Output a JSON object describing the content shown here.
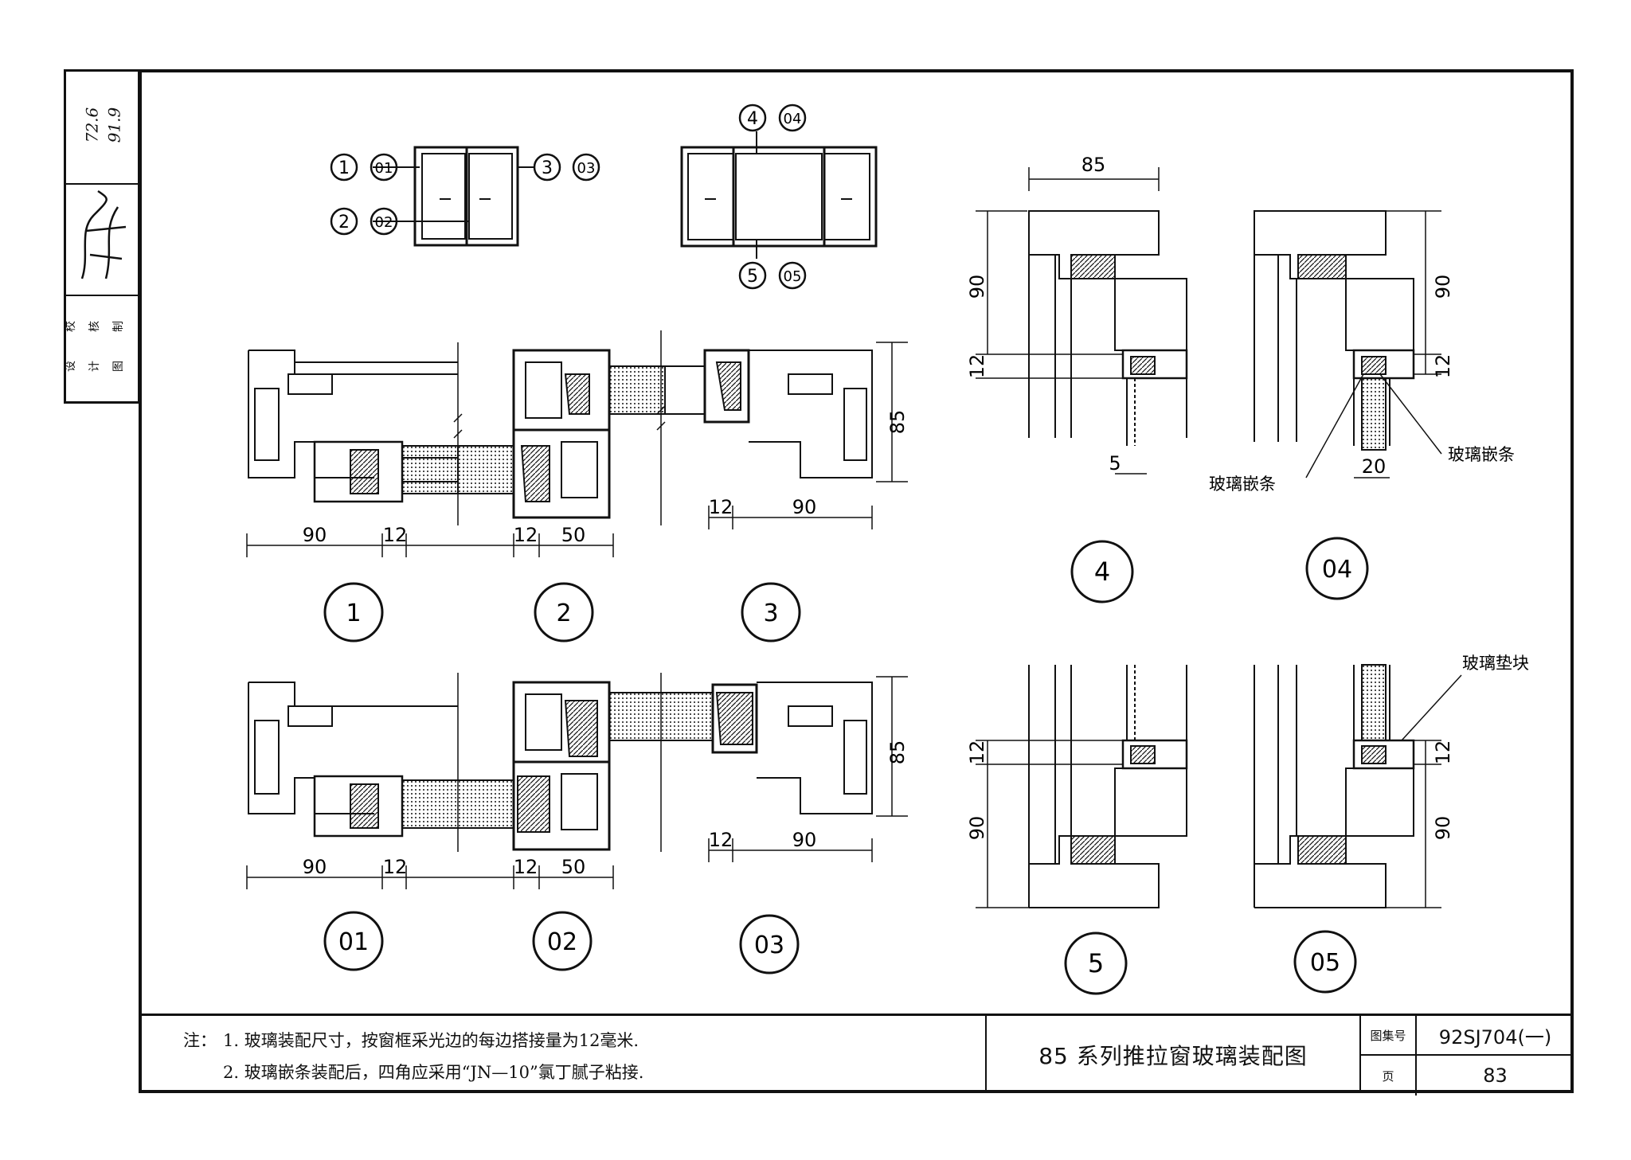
{
  "approval": {
    "roles": [
      "校",
      "核",
      "设",
      "计",
      "制",
      "图"
    ],
    "signatures": "signatures-handwritten",
    "dates": [
      "72.6",
      "91.9"
    ]
  },
  "elevations": {
    "left_labels": [
      {
        "num": "1",
        "code": "01"
      },
      {
        "num": "2",
        "code": "02"
      },
      {
        "num": "3",
        "code": "03"
      }
    ],
    "right_labels": [
      {
        "num": "4",
        "code": "04"
      },
      {
        "num": "5",
        "code": "05"
      }
    ]
  },
  "sections_horizontal": {
    "dims": {
      "width_85": "85",
      "d90": "90",
      "d12": "12",
      "d50": "50"
    },
    "labels_row1": [
      "1",
      "2",
      "3"
    ],
    "labels_row2": [
      "01",
      "02",
      "03"
    ]
  },
  "sections_vertical": {
    "dims": {
      "d85": "85",
      "d90": "90",
      "d12": "12",
      "d5": "5",
      "d20": "20"
    },
    "labels": [
      "4",
      "04",
      "5",
      "05"
    ],
    "callouts": {
      "glass_bead_left": "玻璃嵌条",
      "glass_bead_right": "玻璃嵌条",
      "glass_pad": "玻璃垫块"
    }
  },
  "notes": {
    "prefix": "注：",
    "line1": "1. 玻璃装配尺寸，按窗框采光边的每边搭接量为12毫米.",
    "line2": "2. 玻璃嵌条装配后，四角应采用“JN—10”氯丁腻子粘接."
  },
  "title_block": {
    "title": "85 系列推拉窗玻璃装配图",
    "atlas_label": "图集号",
    "atlas_no": "92SJ704(一)",
    "page_label": "页",
    "page_no": "83"
  }
}
